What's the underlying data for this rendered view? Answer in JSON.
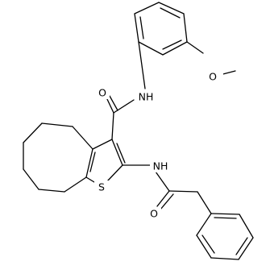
{
  "molecule": {
    "atom_labels": {
      "methoxy_o": "O",
      "amide_nh": "NH",
      "carbonyl_o_upper": "O",
      "thiophene_s": "S",
      "amide_nh_lower": "NH",
      "carbonyl_o_lower": "O"
    }
  }
}
